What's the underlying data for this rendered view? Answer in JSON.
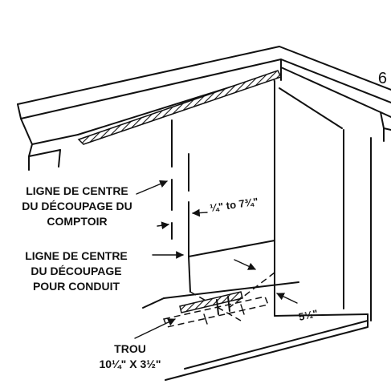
{
  "figure_number": "6",
  "labels": {
    "counter_center_line": [
      "LIGNE DE CENTRE",
      "DU DÉCOUPAGE DU",
      "COMPTOIR"
    ],
    "conduit_center_line": [
      "LIGNE DE CENTRE",
      "DU DÉCOUPAGE",
      "POUR CONDUIT"
    ],
    "offset_dimension": "¼\" to 7¾\"",
    "depth_dimension": "5½\"",
    "hole": [
      "TROU",
      "10¼\" X 3½\""
    ]
  }
}
